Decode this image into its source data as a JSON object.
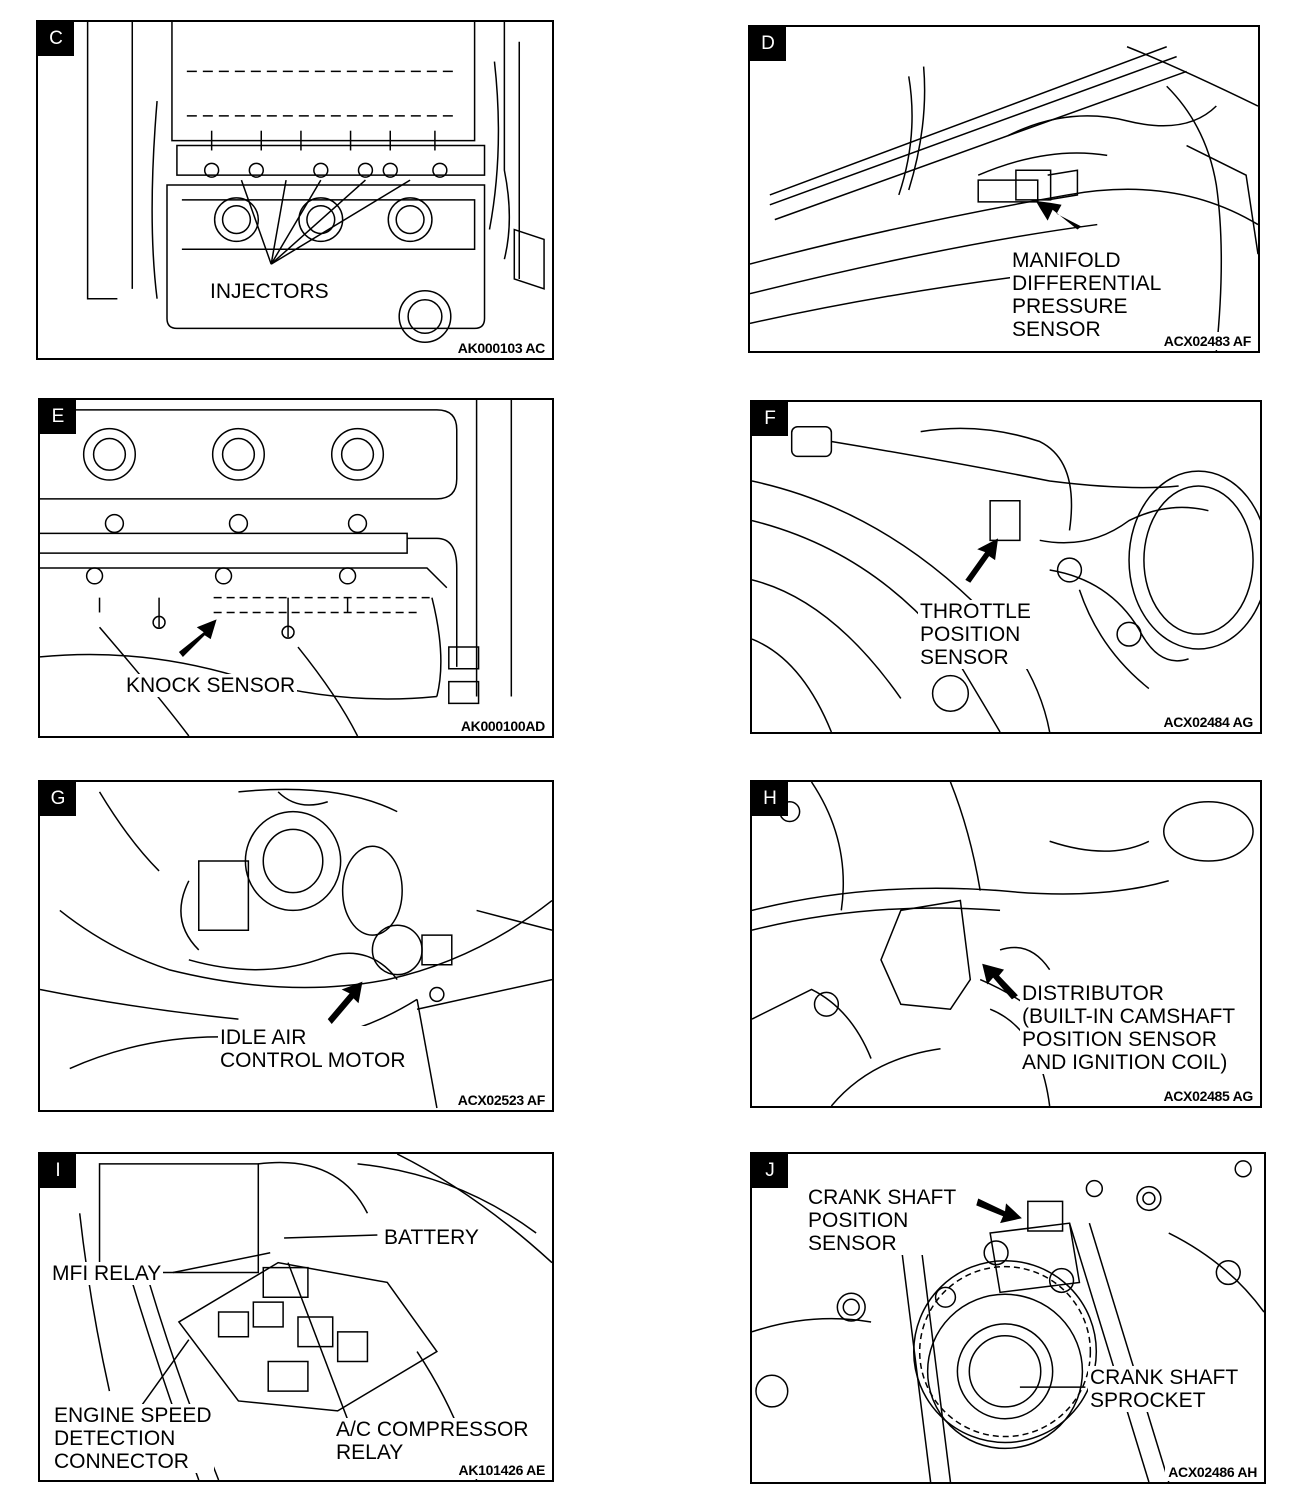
{
  "panels": [
    {
      "id": "C",
      "letter": "C",
      "code": "AK000103 AC",
      "labels": [
        "INJECTORS"
      ]
    },
    {
      "id": "D",
      "letter": "D",
      "code": "ACX02483 AF",
      "labels": [
        "MANIFOLD\nDIFFERENTIAL\nPRESSURE\nSENSOR"
      ]
    },
    {
      "id": "E",
      "letter": "E",
      "code": "AK000100AD",
      "labels": [
        "KNOCK SENSOR"
      ]
    },
    {
      "id": "F",
      "letter": "F",
      "code": "ACX02484 AG",
      "labels": [
        "THROTTLE\nPOSITION\nSENSOR"
      ]
    },
    {
      "id": "G",
      "letter": "G",
      "code": "ACX02523 AF",
      "labels": [
        "IDLE AIR\nCONTROL MOTOR"
      ]
    },
    {
      "id": "H",
      "letter": "H",
      "code": "ACX02485 AG",
      "labels": [
        "DISTRIBUTOR\n(BUILT-IN CAMSHAFT\nPOSITION SENSOR\nAND IGNITION COIL)"
      ]
    },
    {
      "id": "I",
      "letter": "I",
      "code": "AK101426 AE",
      "labels": [
        "BATTERY",
        "MFI RELAY",
        "ENGINE SPEED\nDETECTION\nCONNECTOR",
        "A/C COMPRESSOR\nRELAY"
      ]
    },
    {
      "id": "J",
      "letter": "J",
      "code": "ACX02486 AH",
      "labels": [
        "CRANK SHAFT\nPOSITION\nSENSOR",
        "CRANK SHAFT\nSPROCKET"
      ]
    }
  ]
}
